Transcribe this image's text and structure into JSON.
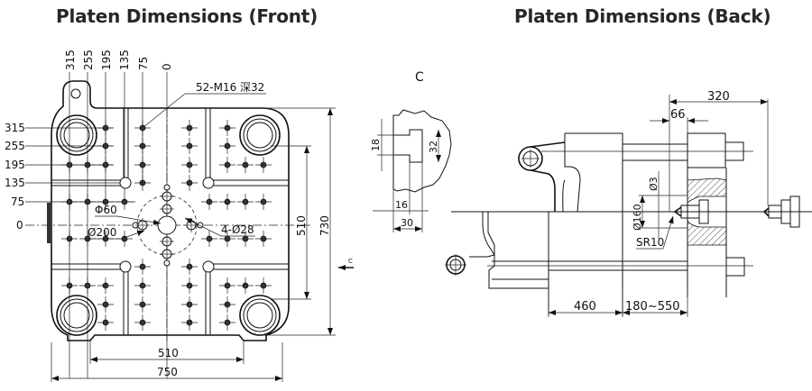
{
  "titles": {
    "front": "Platen Dimensions (Front)",
    "back": "Platen Dimensions (Back)"
  },
  "front": {
    "top_coords": [
      "315",
      "255",
      "195",
      "135",
      "75",
      "0"
    ],
    "left_coords": [
      "315",
      "255",
      "195",
      "135",
      "75",
      "0"
    ],
    "thread_callout": "52-M16 深32",
    "center_hole_label": "Φ60",
    "locating_ring_label": "Ø200",
    "ejector_holes_label": "4-Ø28",
    "inner_height": "510",
    "outer_height": "730",
    "inner_width": "510",
    "outer_width": "750",
    "section_marker": "C"
  },
  "detail_c": {
    "title": "C",
    "slot_width": "18",
    "slot_head_width": "32",
    "slot_neck_depth": "16",
    "slot_total_depth": "30"
  },
  "back": {
    "nozzle_stroke": "320",
    "nozzle_protrusion": "66",
    "nozzle_hole": "Ø3",
    "nozzle_ring": "Ø160",
    "nozzle_radius": "SR10",
    "min_mold_thickness_offset": "460",
    "mold_thickness_range": "180~550"
  }
}
